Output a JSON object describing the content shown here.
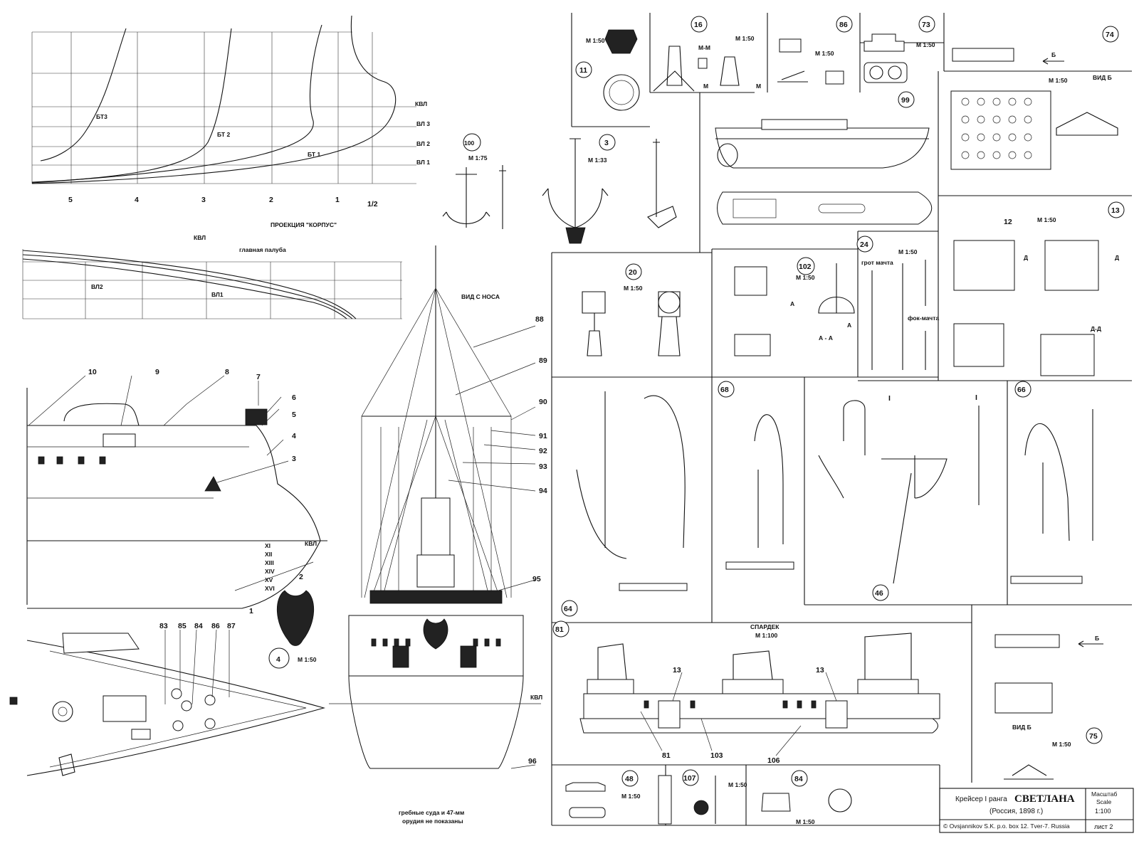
{
  "hull_projection": {
    "title": "ПРОЕКЦИЯ \"КОРПУС\"",
    "frames": [
      "5",
      "4",
      "3",
      "2",
      "1",
      "1/2"
    ],
    "waterlines": [
      "КВЛ",
      "ВЛ 3",
      "ВЛ 2",
      "ВЛ 1"
    ],
    "sections": [
      "БТ3",
      "БТ 2",
      "БТ 1"
    ]
  },
  "profile": {
    "labels": [
      "КВЛ",
      "главная палуба",
      "ВЛ2",
      "ВЛ1"
    ]
  },
  "bow_view": {
    "title": "ВИД С НОСА",
    "note_line1": "гребные суда и 47-мм",
    "note_line2": "орудия не показаны",
    "kvl": "КВЛ",
    "callouts": [
      "88",
      "89",
      "90",
      "91",
      "92",
      "93",
      "94",
      "95",
      "96"
    ]
  },
  "bow_side": {
    "callouts": [
      "10",
      "9",
      "8",
      "7",
      "6",
      "5",
      "4",
      "3",
      "2",
      "1"
    ],
    "kvl": "КВЛ",
    "draft_marks": [
      "XI",
      "XII",
      "XIII",
      "XIV",
      "XV",
      "XVI"
    ],
    "detail_num": "4",
    "detail_scale": "М 1:50"
  },
  "deck_plan": {
    "callouts": [
      "83",
      "85",
      "84",
      "86",
      "87"
    ]
  },
  "details": {
    "d100": {
      "num": "100",
      "scale": "М 1:75"
    },
    "d3": {
      "num": "3",
      "scale": "М 1:33"
    },
    "d11": {
      "num": "11",
      "scale": "М 1:50"
    },
    "d16": {
      "num": "16",
      "scale": "М 1:50",
      "section": "М-М",
      "mark": "М"
    },
    "d86": {
      "num": "86",
      "scale": "М 1:50"
    },
    "d73": {
      "num": "73",
      "scale": "М 1:50"
    },
    "d74": {
      "num": "74",
      "scale": "М 1:50",
      "view": "ВИД Б",
      "arrow": "Б"
    },
    "d99": {
      "num": "99"
    },
    "d20": {
      "num": "20",
      "scale": "М 1:50"
    },
    "d102": {
      "num": "102",
      "scale": "М 1:50",
      "section": "А - А",
      "mark": "А"
    },
    "d24": {
      "num": "24",
      "scale": "М 1:50",
      "main_mast": "грот мачта",
      "fore_mast": "фок-мачта"
    },
    "d13": {
      "num": "13",
      "scale": "М 1:50",
      "sub": "12",
      "section": "Д-Д",
      "mark": "Д"
    },
    "d64": {
      "num": "64"
    },
    "d68": {
      "num": "68"
    },
    "d46": {
      "num": "46",
      "roman": "I"
    },
    "d66": {
      "num": "66"
    },
    "d81": {
      "num": "81",
      "title": "СПАРДЕК",
      "scale": "М 1:100",
      "callouts": [
        "13",
        "13",
        "81",
        "103",
        "106"
      ]
    },
    "d75": {
      "num": "75",
      "scale": "М 1:50",
      "view": "ВИД Б",
      "arrow": "Б"
    },
    "d48": {
      "num": "48",
      "scale": "М 1:50"
    },
    "d107": {
      "num": "107",
      "scale": "М 1:50"
    },
    "d84": {
      "num": "84",
      "scale": "М 1:50"
    }
  },
  "title_block": {
    "ship_prefix": "Крейсер  I ранга",
    "ship_name": "СВЕТЛАНА",
    "origin": "(Россия, 1898 г.)",
    "copyright": "© Ovsjannikov S.K. p.o. box 12. Tver-7. Russia",
    "scale_label_ru": "Масштаб",
    "scale_label_en": "Scale",
    "scale_value": "1:100",
    "sheet": "лист 2"
  }
}
